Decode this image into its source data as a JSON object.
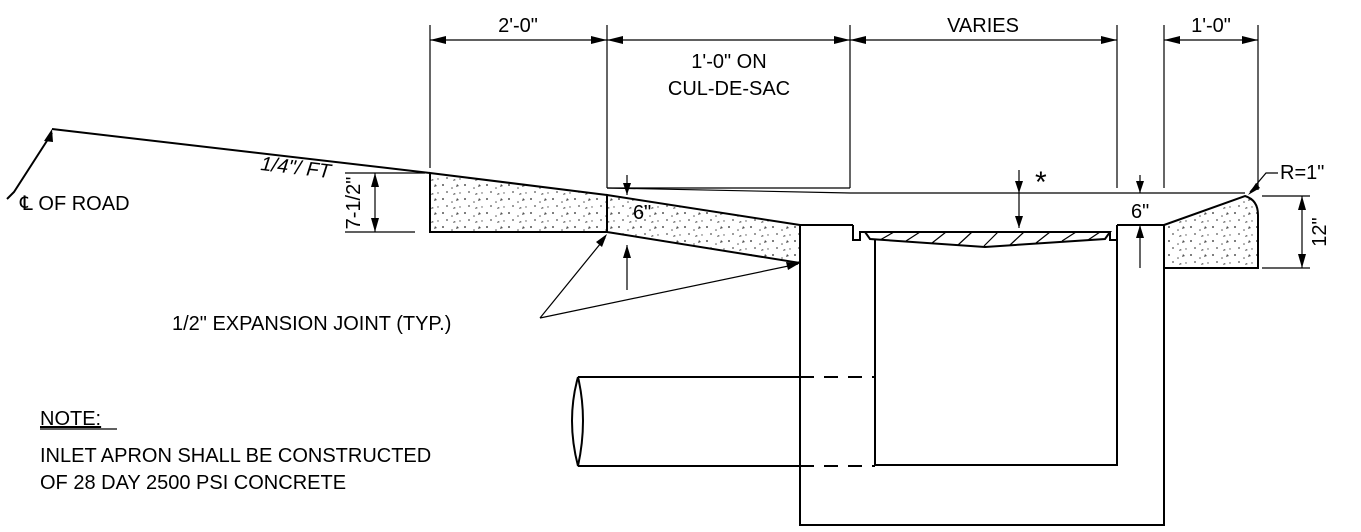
{
  "dimensions": {
    "gutter_width": "2'-0\"",
    "cul_de_sac_line1": "1'-0\" ON",
    "cul_de_sac_line2": "CUL-DE-SAC",
    "varies": "VARIES",
    "curb_top_width": "1'-0\"",
    "apron_thickness": "7-1/2\"",
    "gutter_depth": "6\"",
    "curb_face": "6\"",
    "curb_height": "12\"",
    "radius": "R=1\"",
    "asterisk": "*"
  },
  "labels": {
    "slope": "1/4\"/ FT",
    "centerline": "℄ OF ROAD",
    "expansion_joint": "1/2\" EXPANSION JOINT (TYP.)"
  },
  "note": {
    "heading": "NOTE:",
    "line1": "INLET APRON SHALL BE CONSTRUCTED",
    "line2": "OF 28 DAY 2500 PSI CONCRETE"
  },
  "colors": {
    "line": "#000000",
    "concrete_hatch": "#555555",
    "background": "#ffffff"
  }
}
